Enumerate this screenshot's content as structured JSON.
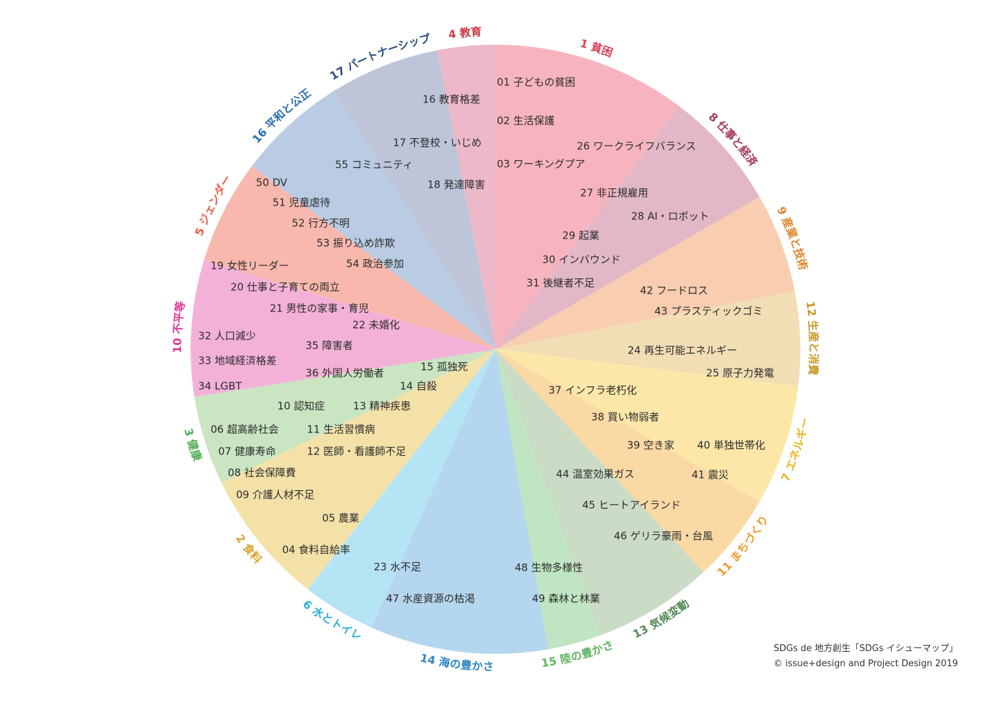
{
  "sectors": [
    {
      "id": 1,
      "label": "1 貧困",
      "color": "#F7B4C0",
      "labelColor": "#D6465E",
      "start": 0,
      "end": 37
    },
    {
      "id": 8,
      "label": "8 仕事と経済",
      "color": "#E2B8C6",
      "labelColor": "#A63A5E",
      "start": 37,
      "end": 60
    },
    {
      "id": 9,
      "label": "9 産業と技術",
      "color": "#F8CDB0",
      "labelColor": "#E0862F",
      "start": 60,
      "end": 79
    },
    {
      "id": 12,
      "label": "12 生産と消費",
      "color": "#F2DEB4",
      "labelColor": "#C99A2C",
      "start": 79,
      "end": 97
    },
    {
      "id": 7,
      "label": "7 エネルギー",
      "color": "#FCE7A9",
      "labelColor": "#E7B720",
      "start": 97,
      "end": 120
    },
    {
      "id": 11,
      "label": "11 まちづくり",
      "color": "#FAD9A4",
      "labelColor": "#EE9A2B",
      "start": 120,
      "end": 137
    },
    {
      "id": 13,
      "label": "13 気候変動",
      "color": "#CADBC6",
      "labelColor": "#4F8A52",
      "start": 137,
      "end": 160
    },
    {
      "id": 15,
      "label": "15 陸の豊かさ",
      "color": "#BFE5C2",
      "labelColor": "#5BB35E",
      "start": 160,
      "end": 170
    },
    {
      "id": 14,
      "label": "14 海の豊かさ",
      "color": "#B4D6EE",
      "labelColor": "#2E86C1",
      "start": 170,
      "end": 204
    },
    {
      "id": 6,
      "label": "6 水とトイレ",
      "color": "#B5E4F5",
      "labelColor": "#2DB0DE",
      "start": 204,
      "end": 218
    },
    {
      "id": 2,
      "label": "2 食料",
      "color": "#F4E1A8",
      "labelColor": "#D9A62E",
      "start": 218,
      "end": 244
    },
    {
      "id": 3,
      "label": "3 健康",
      "color": "#C9E5C2",
      "labelColor": "#4FAE52",
      "start": 244,
      "end": 261
    },
    {
      "id": 10,
      "label": "10 不平等",
      "color": "#F4B1D8",
      "labelColor": "#DD3A94",
      "start": 261,
      "end": 287
    },
    {
      "id": 5,
      "label": "5 ジェンダー",
      "color": "#F8B8AE",
      "labelColor": "#EB5E4B",
      "start": 287,
      "end": 307
    },
    {
      "id": 16,
      "label": "16 平和と公正",
      "color": "#B9CCE3",
      "labelColor": "#2D6FAE",
      "start": 307,
      "end": 328
    },
    {
      "id": 17,
      "label": "17 パートナーシップ",
      "color": "#BEC5D9",
      "labelColor": "#2B4C7E",
      "start": 328,
      "end": 349
    },
    {
      "id": 4,
      "label": "4 教育",
      "color": "#EDB8C7",
      "labelColor": "#CC3A4A",
      "start": 349,
      "end": 360
    }
  ],
  "issues": [
    "01 子どもの貧困",
    "02 生活保護",
    "03 ワーキングプア",
    "16 教育格差",
    "17 不登校・いじめ",
    "18 発達障害",
    "55 コミュニティ",
    "26 ワークライフバランス",
    "27 非正規雇用",
    "28 AI・ロボット",
    "29 起業",
    "30 インバウンド",
    "31 後継者不足",
    "42 フードロス",
    "43 プラスティックゴミ",
    "24 再生可能エネルギー",
    "25 原子力発電",
    "37 インフラ老朽化",
    "38 買い物弱者",
    "39 空き家",
    "40 単独世帯化",
    "41 震災",
    "44 温室効果ガス",
    "45 ヒートアイランド",
    "46 ゲリラ豪雨・台風",
    "48 生物多様性",
    "49 森林と林業",
    "23 水不足",
    "47 水産資源の枯渇",
    "04 食料自給率",
    "05 農業",
    "06 超高齢社会",
    "07 健康寿命",
    "08 社会保障費",
    "09 介護人材不足",
    "10 認知症",
    "11 生活習慣病",
    "12 医師・看護師不足",
    "13 精神疾患",
    "14 自殺",
    "15 孤独死",
    "32 人口減少",
    "33 地域経済格差",
    "34 LGBT",
    "35 障害者",
    "36 外国人労働者",
    "19 女性リーダー",
    "20 仕事と子育ての両立",
    "21 男性の家事・育児",
    "22 未婚化",
    "50 DV",
    "51 児童虐待",
    "52 行方不明",
    "53 振り込め詐欺",
    "54 政治参加"
  ],
  "credit": {
    "line1": "SDGs de 地方創生「SDGs イシューマップ」",
    "line2": "© issue+design and Project Design 2019"
  }
}
